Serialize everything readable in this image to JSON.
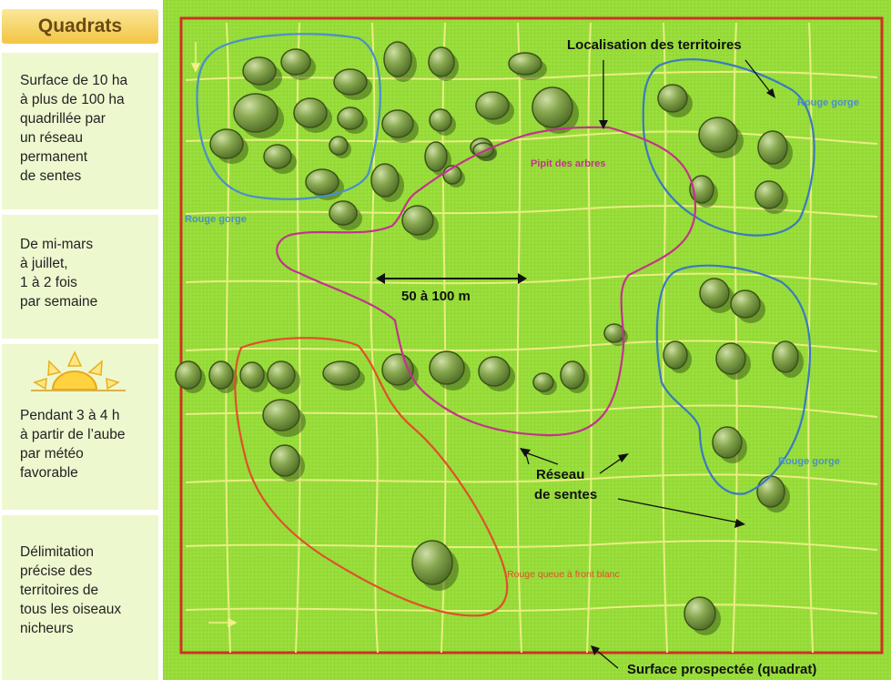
{
  "sidebar": {
    "title": "Quadrats",
    "items": [
      "Surface de 10 ha\nà plus de 100 ha\nquadrillée par\nun réseau\npermanent\nde sentes",
      "De mi-mars\nà juillet,\n1 à 2 fois\npar semaine",
      "Pendant 3 à 4 h\nà partir de l’aube\npar météo\nfavorable",
      "Délimitation\nprécise des\nterritoires de\ntous les oiseaux\nnicheurs"
    ],
    "icon": "sun-icon"
  },
  "diagram": {
    "heading": "Localisation des territoires",
    "territories": [
      {
        "label": "Rouge gorge",
        "color": "#4a8fc9"
      },
      {
        "label": "Rouge gorge",
        "color": "#3a7ac0"
      },
      {
        "label": "Rouge gorge",
        "color": "#3a7ac0"
      },
      {
        "label": "Pipit des arbres",
        "color": "#c2338e"
      },
      {
        "label": "Rouge queue à front blanc",
        "color": "#e0502a"
      }
    ],
    "scale_label": "50 à 100 m",
    "paths_label": "Réseau\nde sentes",
    "surface_label": "Surface prospectée (quadrat)",
    "colors": {
      "field": "#98dd3a",
      "border": "#cc3322",
      "paths": "#f2f08a",
      "trees": "#6e8f3e"
    }
  }
}
